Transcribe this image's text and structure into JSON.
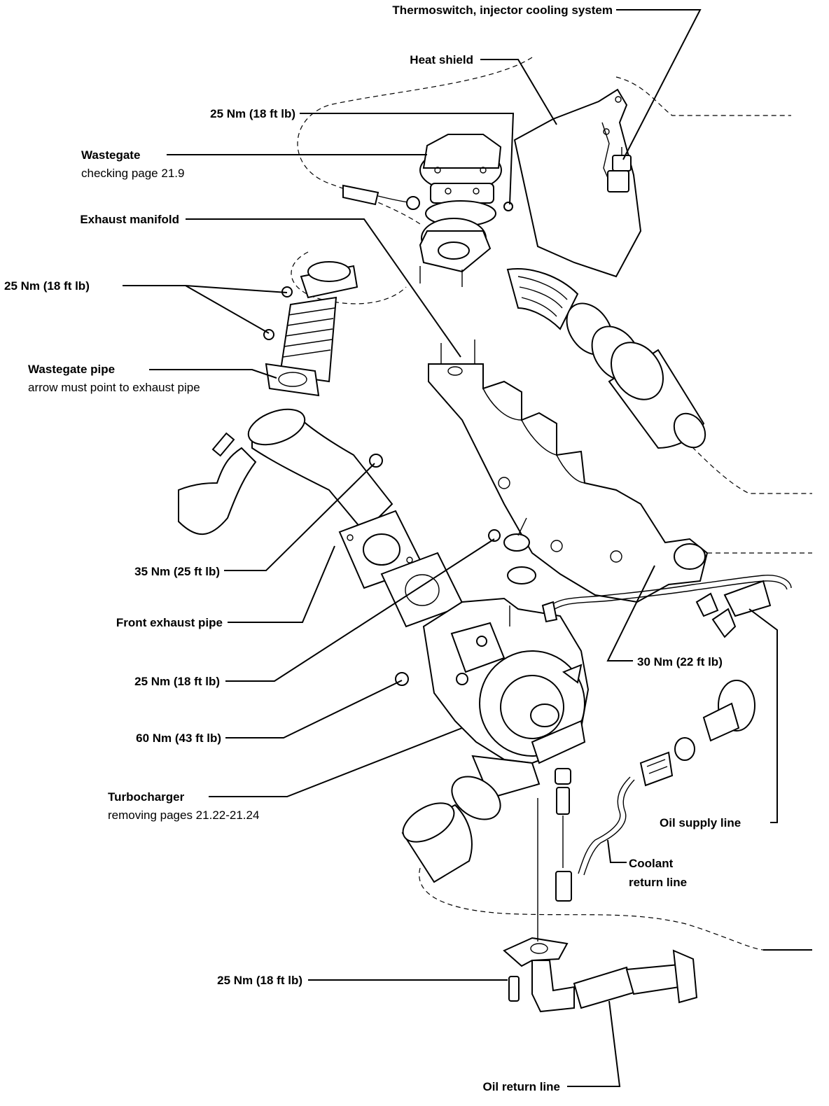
{
  "labels": {
    "thermoswitch": "Thermoswitch, injector cooling system",
    "heat_shield": "Heat shield",
    "torque_wastegate_top": "25 Nm (18 ft lb)",
    "wastegate": "Wastegate",
    "wastegate_note": "checking page 21.9",
    "exhaust_manifold": "Exhaust manifold",
    "torque_wastegate_pipe": "25 Nm (18 ft lb)",
    "wastegate_pipe": "Wastegate pipe",
    "wastegate_pipe_note": "arrow must point to exhaust pipe",
    "torque_35": "35 Nm (25 ft lb)",
    "front_exhaust_pipe": "Front exhaust pipe",
    "torque_25_mid": "25 Nm (18 ft lb)",
    "torque_60": "60 Nm (43 ft lb)",
    "turbocharger": "Turbocharger",
    "turbocharger_note": "removing pages 21.22-21.24",
    "torque_30": "30 Nm (22 ft lb)",
    "oil_supply_line": "Oil supply line",
    "coolant_return_line_1": "Coolant",
    "coolant_return_line_2": "return line",
    "torque_oil_return": "25 Nm (18 ft lb)",
    "oil_return_line": "Oil return line"
  },
  "parts": [
    "heat-shield",
    "thermoswitch",
    "wastegate",
    "exhaust-manifold",
    "wastegate-pipe",
    "front-exhaust-pipe",
    "turbocharger",
    "intake-hose",
    "oil-supply-line",
    "coolant-return-line",
    "oil-return-line"
  ]
}
